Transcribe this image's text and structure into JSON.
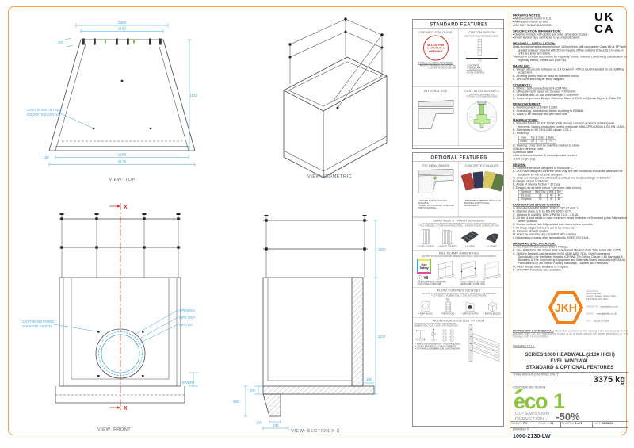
{
  "views": {
    "top": {
      "caption": "VIEW: TOP",
      "dim_top_outer": "1300",
      "dim_top_inner": "1150",
      "dim_left_top": "100",
      "dim_right_height": "1910",
      "dim_bottom_inner": "1960",
      "dim_bottom_outer": "2175",
      "dim_left_bottom": "100",
      "annotation_line1": "CAST IN S/S LIFTING",
      "annotation_line2": "SOCKETS (ASSY. x3)"
    },
    "isometric": {
      "caption": "VIEW: ISOMETRIC"
    },
    "front": {
      "caption": "VIEW: FRONT",
      "label_opening": "OPENING",
      "label_pipe_od": "PIPE O/D*",
      "label_pipe_id": "PIPE I/D*",
      "label_invert": "INVERT",
      "label_sockets_line1": "CAST-IN S/S FIXING",
      "label_sockets_line2": "SOCKETS AS STD",
      "section_marker": "X"
    },
    "section": {
      "caption": "VIEW: SECTION X-X",
      "dim_handrail": "1100",
      "dim_height": "2130",
      "dim_base_thk": "100",
      "dim_toe_drop": "300",
      "dim_toe_width": "100",
      "dim_toe_offset": "150",
      "dim_wall": "150"
    }
  },
  "standard_features": {
    "title": "STANDARD FEATURES",
    "opening": {
      "title": "OPENING SIZE GUIDE",
      "circle_line1": "Ø 1100 mm",
      "circle_line2": "◄ MAXIMUM ►",
      "circle_line3": "OPENING",
      "pipe_note_title": "TYPICAL MAXIMUM PIPE SIZES:",
      "pipe_note1": "PLASTIC TWINWALL (ID): Ø 900 mm",
      "pipe_note2": "CONCRETE (ID): Ø 900 mm"
    },
    "custom": {
      "title": "CUSTOM DESIGN",
      "subtitle": "BESPOKE SOLUTIONS INCLUDING:",
      "bullets": [
        "CONCRETE",
        "STEELWORK",
        "HANDRAILING",
        "FLOW CONTROL"
      ]
    },
    "toe": {
      "title": "INTEGRAL TOE"
    },
    "sockets": {
      "title": "CAST-IN S/S SOCKETS",
      "subtitle_line1": "ACCURATE ALIGNMENT OF",
      "subtitle_line2": "FITTINGS & OPTIONAL FEATURES"
    }
  },
  "optional_features": {
    "title": "OPTIONAL FEATURES",
    "toe_beam": {
      "title": "TOE BEAM RANGE",
      "bullets": [
        "VARIOUS SIZE OPTIONS ARE AVAILABLE",
        "DOWEL PINS SUPPLIED TO SECURE TOE TO HEADWALL"
      ]
    },
    "colours": {
      "title": "CONCRETE COLOURS",
      "swatches": [
        "#b04038",
        "#31395a",
        "#d8c75b",
        "#5e7d46"
      ],
      "bullet_bold": "COLOURED CONCRETE",
      "bullet_rest": "RANGE FOR BLENDING IN WITH LOCAL ENVIRONMENT"
    },
    "gratings": {
      "title": "GRATINGS & TRASH SCREENS",
      "note1": "FACTORY FITTED AS STANDARD (WHERE PRACTICAL / SAFE FOR TRANSPORT)",
      "note2": "FULLY WELDED, HOT DIP GALVANISED STEEL & GREEN POWDER COATED OPTIONS",
      "items": [
        "CLOSE COUPLED",
        "HINGED COUPLED",
        "SLOPED",
        "CURVED"
      ]
    },
    "handrails": {
      "title": "KEE KLAMP HANDRAILS",
      "note": "FACTORY FITTED AS STANDARD (WHERE PRACTICAL / SAFE FOR TRANSPORT)",
      "logo_line1": "Kee",
      "logo_line2": "Safety",
      "size_label": "#8",
      "items": [
        "KEE KLAMP #8 AS STANDARD",
        "FULLY FIXED (CODE: K08)",
        "HALF FIXED (CODE: H08)",
        "REMOVABLE (CODE: R08)"
      ]
    },
    "flow": {
      "title": "FLOW CONTROL DEVICES",
      "note1": "FACTORY FITTED (WHERE PRACTICAL / SAFE FOR TRANSPORT) AS STANDARD",
      "note2": "S/S FIXINGS & RUBBER SEALS / SEALANTS AS STANDARD",
      "items": [
        "FLAP VALVES",
        "PENSTOCKS",
        "ORIFICE PLATES",
        "BAFFLE BLOCKS"
      ]
    },
    "stoplog": {
      "title": "ALUMINIUM STOPLOG SYSTEM",
      "note_line1": "CHANNELS FACTORY FITTED AS STANDARD",
      "note_line2": "(WHERE PRACTICAL / SAFE FOR TRANSPORT)",
      "bullets": [
        "VARIOUS BOARD HEIGHT / TYPES AVAILABLE",
        "LIFTING BRACKET/S & T-KEY/S SUPPLIED",
        "S/S FIXINGS & RUBBER SEALS AS STANDARD"
      ]
    }
  },
  "notes": [
    {
      "title": "DRAWING NOTES:",
      "lines": [
        "•  All dimensions in mm U.O.S.",
        "•  All measurements ±3 mm.",
        "•  DO NOT SCALE DRAWING."
      ]
    },
    {
      "title": "SPECIFICATION INFORMATION:",
      "lines": [
        "•  Opening in back wall cast to suit outer dimension of pipe.",
        "•  Invert level of pipe can be set to your specification."
      ]
    },
    {
      "title": "HEADWALL INSTALLATION:",
      "lines": [
        "Units should be bedded on minimum 150mm thick well compacted Class 6N or 6P* well graded granular material with 50mm topping of fine material (Class 6L*) to ensure units are level and stable.",
        "*Manual of contract documents for Highway Works: Volume 1 (MCHW1) specification for Highway Works, Series 600 (Nov 06)."
      ]
    },
    {
      "title": "HANDLING:",
      "lines": [
        "A.  Weight of concrete is based on 2.4 tonne/m³. +5% is recommended for sizing lifting equipment.",
        "B.  All lifting points shall be used as specified below.",
        "C.  Unit to be lifted as per lifting diagram."
      ]
    },
    {
      "title": "CONCRETE:",
      "lines": [
        "A.  Mix ref: Self-compacting SC4 (C64 Mix).",
        "B.  Lifting strength based on: 2 cubes = 20N/mm².",
        "C.  Characteristic 28 Day cube strength = 50N/mm².",
        "D.  Concrete provides Design Chemical Class 4 (DC4) to Special Digest 1, Table F2."
      ]
    },
    {
      "title": "REINFORCEMENT:",
      "lines": [
        "A.  Reinforcement to BS EN 13369.",
        "B.  Scheduling, dimensions, bends & cutting to BS8666.",
        "C.  Gaps to be machine tied with steel wire."
      ]
    },
    {
      "title": "MANUFACTURE:",
      "lines": [
        "A.  Manufacture to BS EN 15258:2008 precast concrete products retaining wall elements, factory production control certificate 0086-CPR-605948 & BS EN 13369.",
        "B.  Tolerances to BS EN 13369 clause 4.3.1.1.",
        "C.  Finishing:"
      ],
      "table": [
        [
          "Face",
          "Top",
          "Sides",
          "Base"
        ],
        [
          "Finish",
          "U2",
          "F2",
          "F2"
        ]
      ]
    },
    {
      "title": "",
      "lines": [
        "D.  Marking: Units shall be indelibly marked to show:",
        "•  Mould reference code.",
        "•  Demould date.",
        "•  Job reference number & unique product number.",
        "•  Unit weight (kg)."
      ]
    },
    {
      "title": "DESIGN:",
      "lines": [
        "A.  Concrete structure designed to Eurocode 2.",
        "B.  JKH have designed concrete units only, the site conditions should be assessed for suitability by the scheme designer.",
        "C.  Units are designed to withstand a vertical line load surcharge of 10kN/m².",
        "D.  Weight of soil = 19kN/m³.",
        "E.  Angle of internal friction = 30 Deg.",
        "F.  Design Life as table below * (all cover data in mm)."
      ],
      "table": [
        [
          "Exposure",
          "Wet / Dry",
          "Wet",
          "Dry"
        ],
        [
          "50 years",
          "35",
          "40",
          "45"
        ],
        [
          "100 years",
          "40",
          "45",
          "50"
        ]
      ]
    },
    {
      "title": "FABRICATION SPECIFICATION:",
      "lines": [
        "A.  Manufacture IAW BS EN 1090-2 EXC CLASS 1.",
        "B.  Material grade is to be BS EN 10025 S275.",
        "C.  Welding to IAW EN 1090-2 PARA 7.5.6 - 7.5.18.",
        "D.  All fillet & butt welds to have minimum throat thickness of 5mm and joints fully welded where possible.",
        "E.  Ensure vertical flats fully welded both sides where possible.",
        "F.  All sharp edges and burrs are to be removed.",
        "G.  Remove all weld spatter.",
        "H.  Holes by punching are permitted with reaming.",
        "I.  Galvanising process after fabrication to BS EN ISO 1461."
      ]
    },
    {
      "title": "HANDRAIL SPECIFICATION:",
      "lines": [
        "A.  Kee Klamp® Galvanised Size 8 Fittings.",
        "B.  Size 8 48.3mm OD 3.2mm thick Galvanised Medium Duty Tube to BS EN 10255.",
        "C.  360N/m Design Load as stated in BS 6180 & BS 7818, Civil Engineering Specification for the Water Industry (CESWI) 7th Edition Clause 2.65 Handrails & Balusters & The Engineering Equipment and Materials Users Association (EEMUA) Publication 105 7th Edition Factory Stairways, Ladders and Handrails.",
        "D.  Other design loads available on request.",
        "E.  GRP/FRP Handrails also available."
      ]
    }
  ],
  "ukca": {
    "line1": "UK",
    "line2": "CA"
  },
  "title_block": {
    "logo_text": "JKH",
    "address_label": "ADDRESS:",
    "address_lines": [
      "JKH LIMITED",
      "SANDY BANK, NEW YORK",
      "LINCOLN, LN4 4XH"
    ],
    "website_label": "WEBSITE:",
    "website": "www.jkhdu.co.uk",
    "email_label": "EMAIL:",
    "email": "sales@jkhdu.co.uk",
    "tel_label": "TEL:",
    "tel": "01205 270156",
    "proprietary_bold": "PROPRIETARY & CONFIDENTIAL:",
    "proprietary_rest": " Information contained on this drawing is the sole property of JKH Drainage Units Ltd. Any reproduction in part or as a whole without the written permission of JKH Drainage Units Ltd is prohibited.",
    "drawing_title_label": "DRAWING TITLE:",
    "title_line1": "SERIES 1000 HEADWALL (2130 HIGH)",
    "title_line2": "LEVEL WINGWALL",
    "title_line3": "STANDARD & OPTIONAL FEATURES",
    "weight_label": "TOTAL WEIGHT (CASTINGS ONLY):",
    "weight_value": "3375 kg",
    "mix_label": "CONCRETE MIX DESIGN:",
    "eco_text": "eco",
    "eco_number": "1",
    "co2_line1": "CO² EMISSION",
    "co2_line2": "REDUCTION ↓",
    "co2_value": "-50%",
    "drawn_label": "DRAWN:",
    "drawn_value": "PK",
    "issue_label": "ISSUE #:",
    "issue_value": "01",
    "sheet_label": "SHEET #:",
    "sheet_value": "1 of 1",
    "date_label": "DATE:",
    "date_value": "12/02/24",
    "number_label": "DRAWING #:",
    "number_value": "1000-2130-LW"
  }
}
